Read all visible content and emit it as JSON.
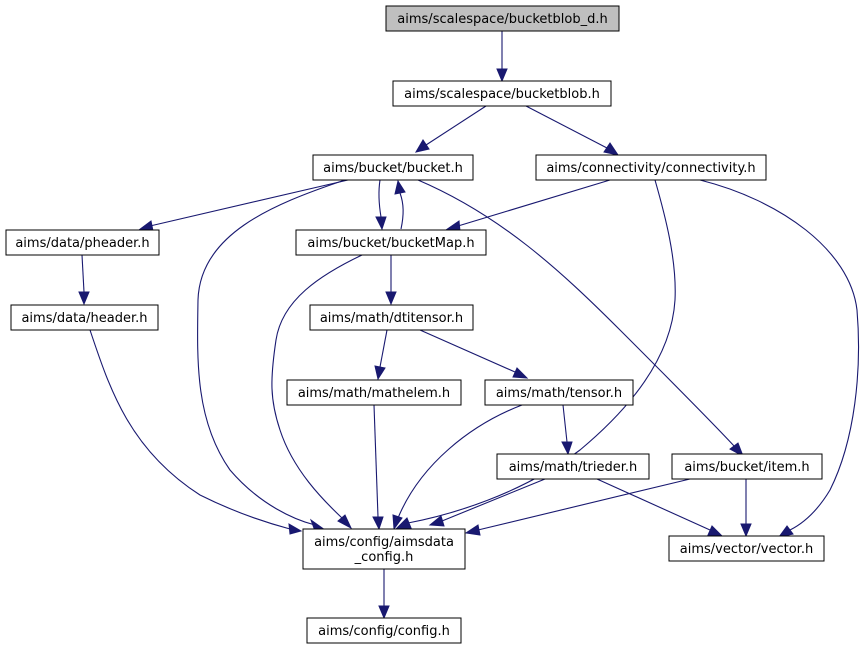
{
  "colors": {
    "edge": "#191970",
    "root_fill": "#bfbfbf",
    "node_fill": "#ffffff",
    "border": "#000000"
  },
  "nodes": {
    "bucketblob_d": {
      "label": "aims/scalespace/bucketblob_d.h"
    },
    "bucketblob": {
      "label": "aims/scalespace/bucketblob.h"
    },
    "bucket": {
      "label": "aims/bucket/bucket.h"
    },
    "connectivity": {
      "label": "aims/connectivity/connectivity.h"
    },
    "pheader": {
      "label": "aims/data/pheader.h"
    },
    "bucketMap": {
      "label": "aims/bucket/bucketMap.h"
    },
    "header": {
      "label": "aims/data/header.h"
    },
    "dtitensor": {
      "label": "aims/math/dtitensor.h"
    },
    "mathelem": {
      "label": "aims/math/mathelem.h"
    },
    "tensor": {
      "label": "aims/math/tensor.h"
    },
    "trieder": {
      "label": "aims/math/trieder.h"
    },
    "item": {
      "label": "aims/bucket/item.h"
    },
    "aimsdata_config": {
      "label_line1": "aims/config/aimsdata",
      "label_line2": "_config.h"
    },
    "vector": {
      "label": "aims/vector/vector.h"
    },
    "config": {
      "label": "aims/config/config.h"
    }
  }
}
